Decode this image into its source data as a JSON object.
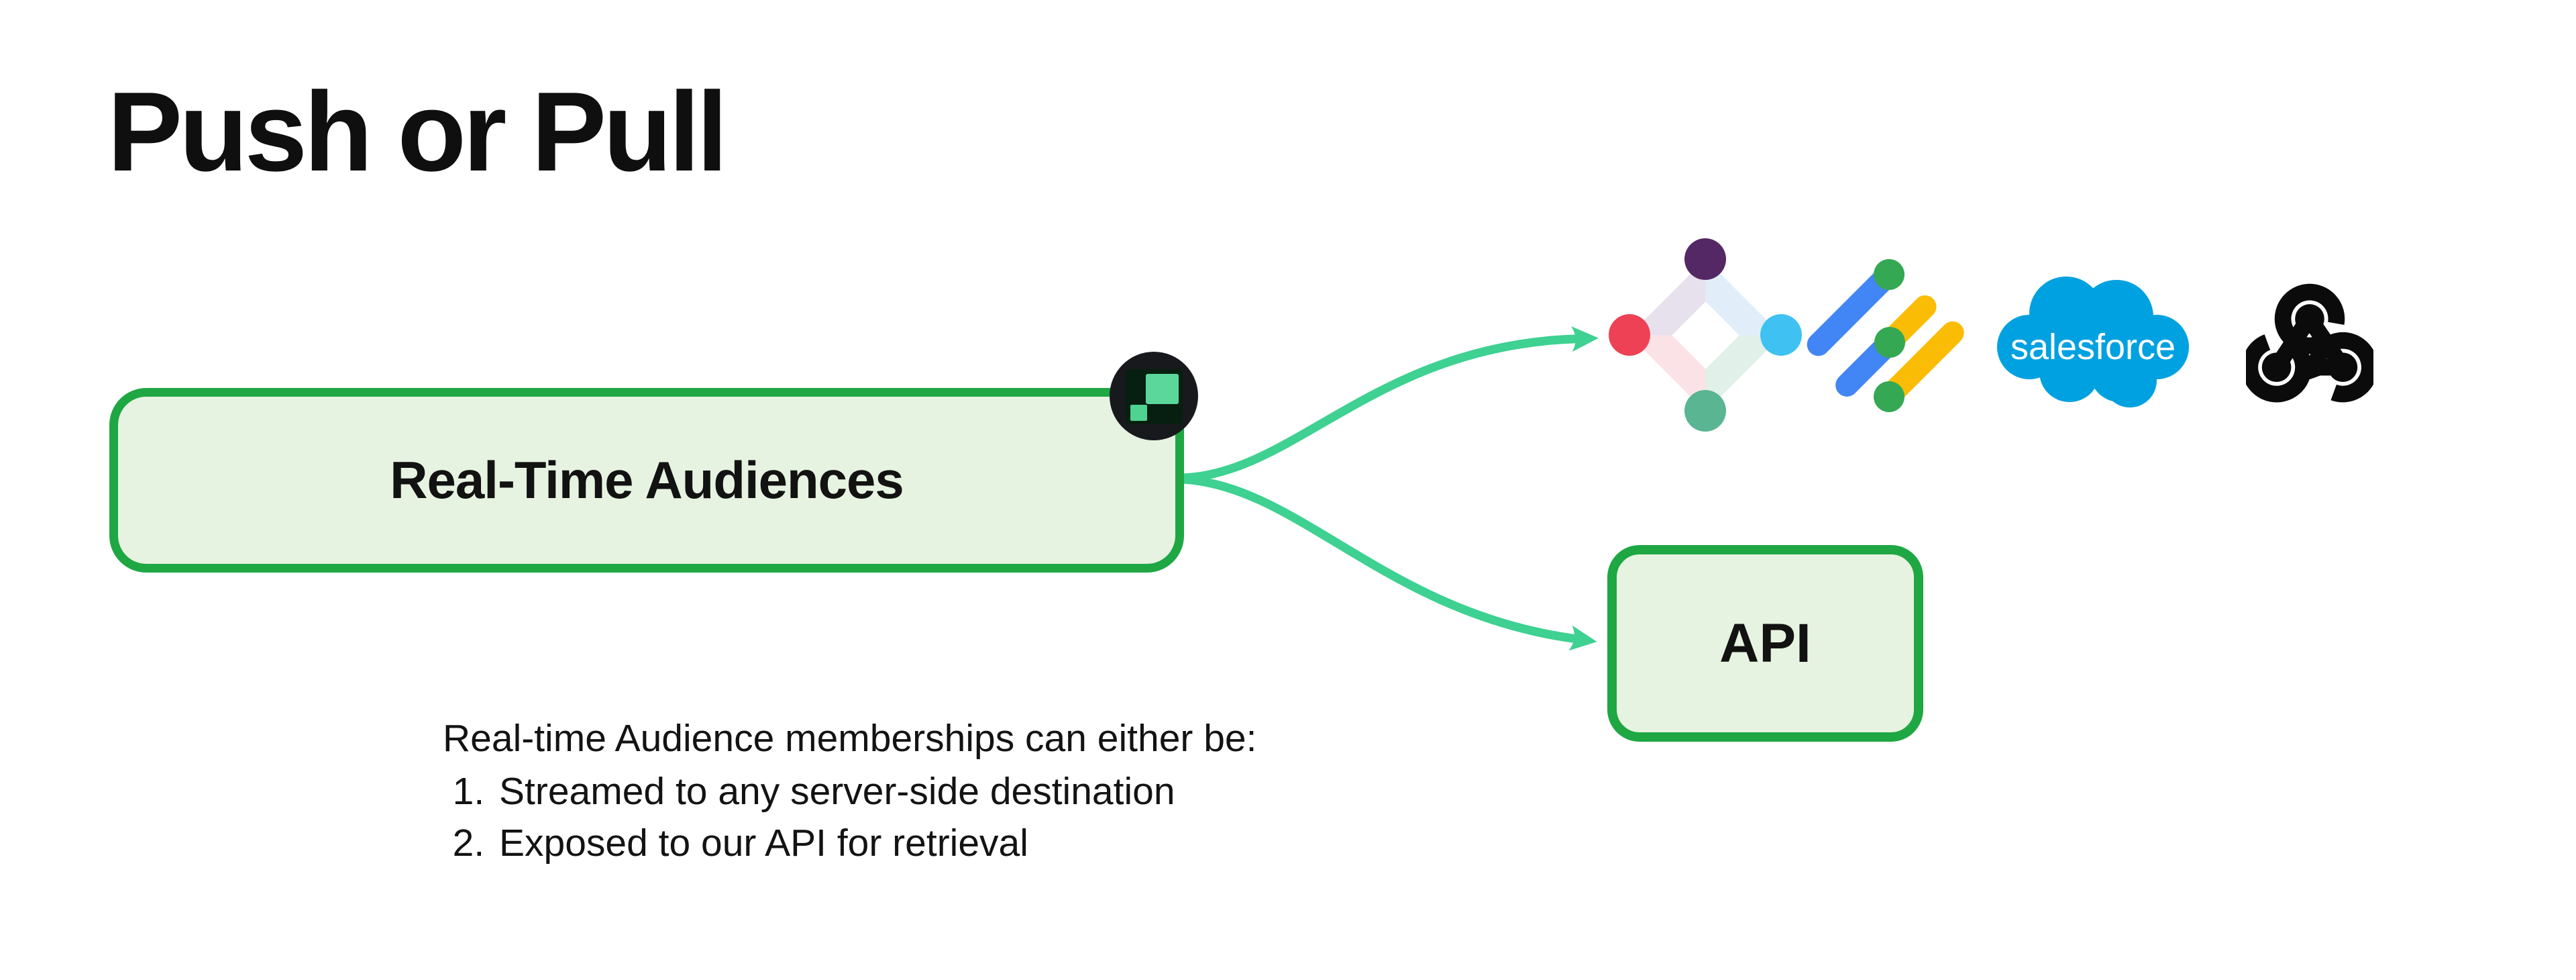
{
  "title": "Push or Pull",
  "flow": {
    "source": {
      "label": "Real-Time Audiences",
      "badge_icon": "two-green-squares-brand-icon"
    },
    "branches": [
      {
        "from": "real-time-audiences",
        "to": "destination-logos"
      },
      {
        "from": "real-time-audiences",
        "to": "api-box"
      }
    ]
  },
  "api_box": {
    "label": "API"
  },
  "destinations": [
    {
      "icon": "iterable-icon"
    },
    {
      "icon": "google-ad-manager-icon"
    },
    {
      "icon": "salesforce-icon",
      "wordmark": "salesforce"
    },
    {
      "icon": "webhook-icon"
    }
  ],
  "notes": {
    "intro": "Real-time Audience memberships can either be:",
    "items": [
      "Streamed to any server-side destination",
      "Exposed to our API for retrieval"
    ]
  },
  "colors": {
    "arrow_mint": "#3ed192",
    "box_border_green": "#1ea743",
    "box_fill_green": "#e7f3e1",
    "badge_background": "#17191d",
    "badge_tile": "#071f10",
    "badge_mint": "#5bd79b",
    "salesforce_blue": "#00a1e0",
    "gam_blue": "#4285f4",
    "gam_yellow": "#fbbc05",
    "gam_green": "#34a853",
    "iterable_purple": "#542864",
    "iterable_red": "#ee4155",
    "iterable_cyan": "#3fc2f2",
    "iterable_teal": "#5ab593",
    "webhook_black": "#0b0b0b",
    "text": "#131313"
  }
}
